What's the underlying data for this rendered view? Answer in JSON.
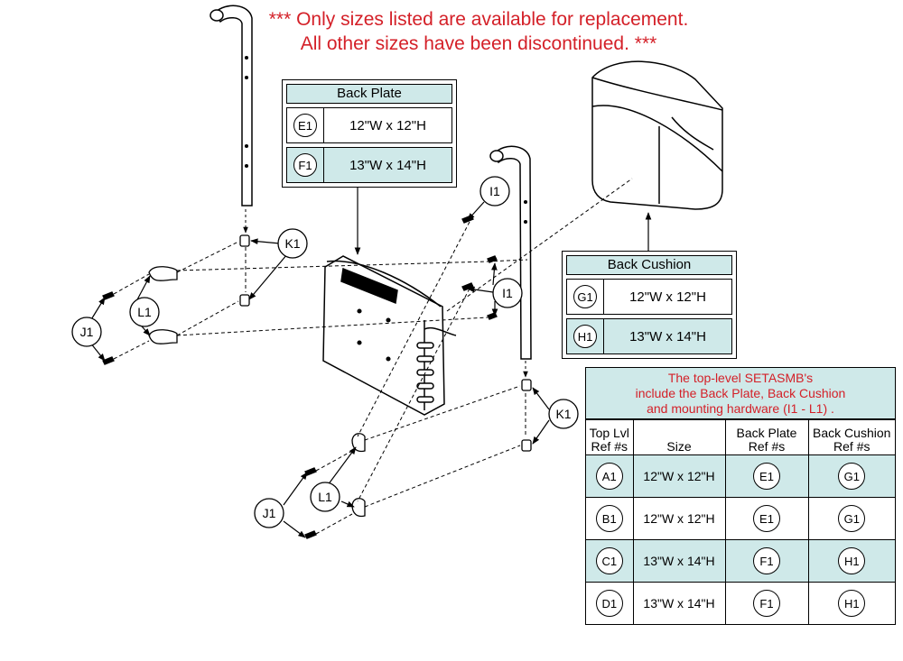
{
  "notice": {
    "line1": "*** Only sizes listed are available for replacement.",
    "line2": "All other sizes have been discontinued. ***"
  },
  "colors": {
    "accent_red": "#d42028",
    "teal_fill": "#cfe9e9"
  },
  "back_plate": {
    "title": "Back Plate",
    "rows": [
      {
        "ref": "E1",
        "size": "12\"W x 12\"H"
      },
      {
        "ref": "F1",
        "size": "13\"W x 14\"H"
      }
    ]
  },
  "back_cushion": {
    "title": "Back Cushion",
    "rows": [
      {
        "ref": "G1",
        "size": "12\"W x 12\"H"
      },
      {
        "ref": "H1",
        "size": "13\"W x 14\"H"
      }
    ]
  },
  "callouts": {
    "I1": "I1",
    "J1": "J1",
    "K1": "K1",
    "L1": "L1"
  },
  "set_table": {
    "note_line1": "The top-level SETASMB's",
    "note_line2": "include the Back Plate, Back Cushion",
    "note_line3": "and mounting hardware (I1 - L1) .",
    "headers": {
      "top_line1": "Top Lvl",
      "top_line2": "Ref #s",
      "size": "Size",
      "plate_line1": "Back Plate",
      "plate_line2": "Ref #s",
      "cushion_line1": "Back Cushion",
      "cushion_line2": "Ref #s"
    },
    "rows": [
      {
        "top": "A1",
        "size": "12\"W x 12\"H",
        "plate": "E1",
        "cushion": "G1"
      },
      {
        "top": "B1",
        "size": "12\"W x 12\"H",
        "plate": "E1",
        "cushion": "G1"
      },
      {
        "top": "C1",
        "size": "13\"W x 14\"H",
        "plate": "F1",
        "cushion": "H1"
      },
      {
        "top": "D1",
        "size": "13\"W x 14\"H",
        "plate": "F1",
        "cushion": "H1"
      }
    ]
  }
}
